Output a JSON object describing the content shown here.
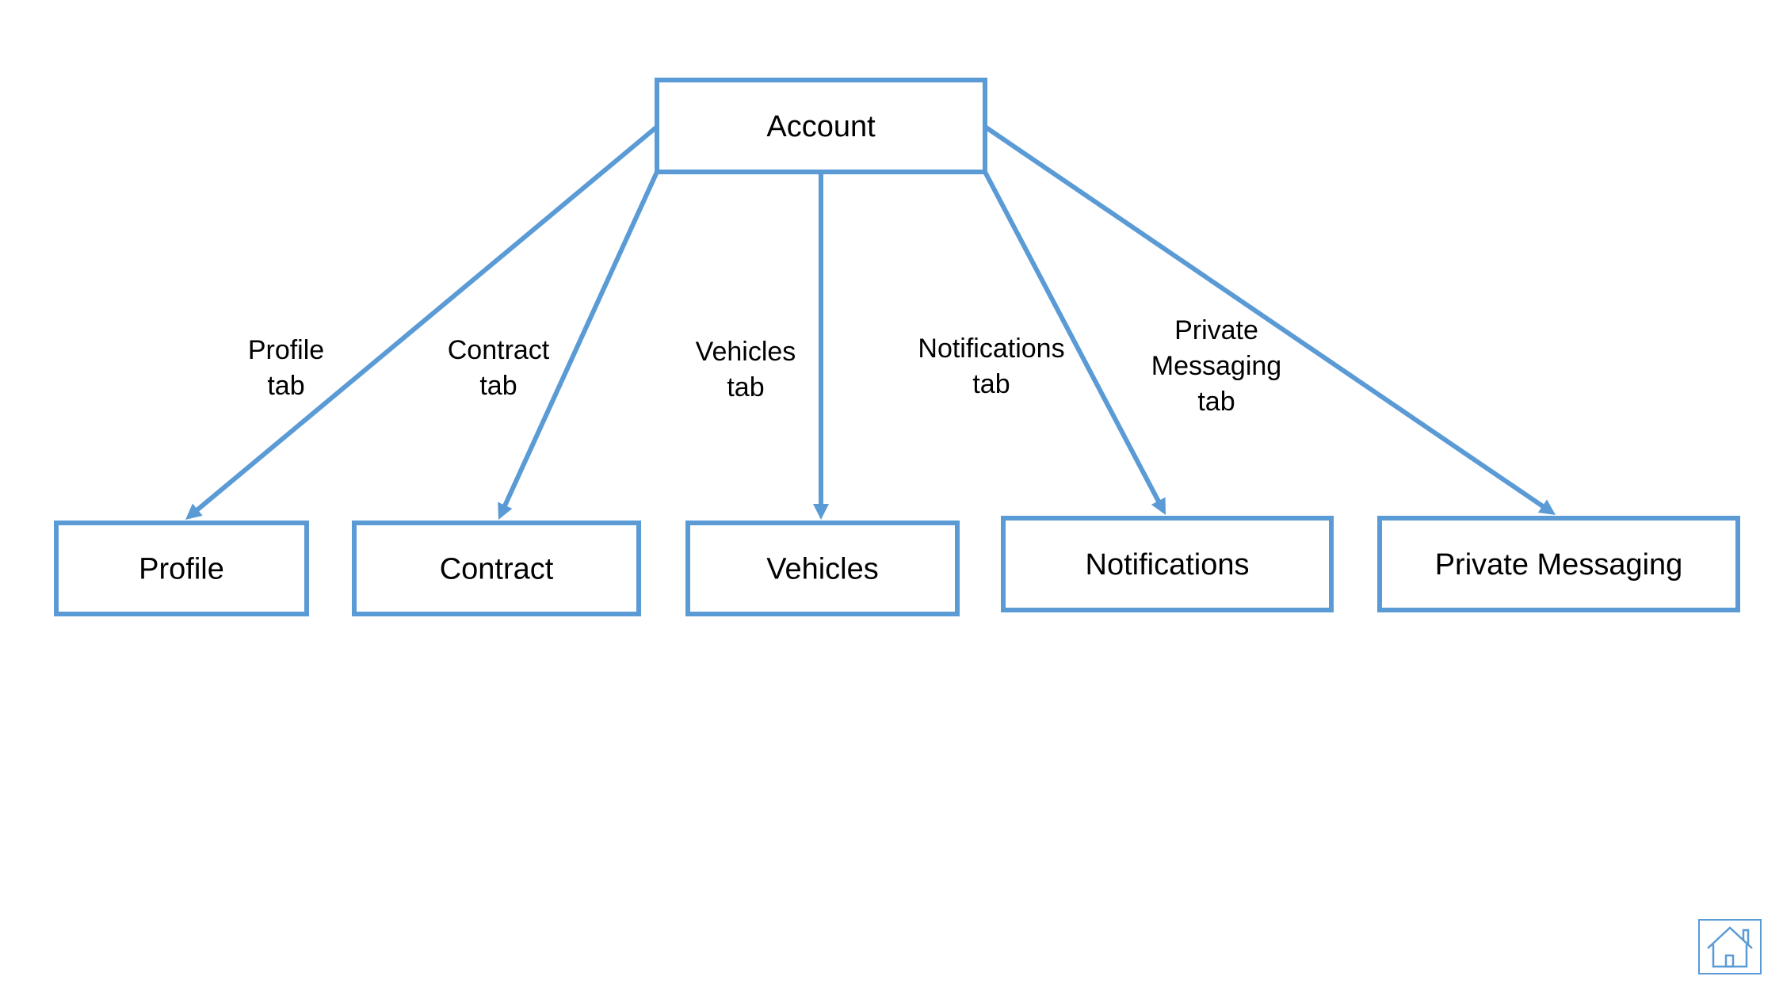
{
  "diagram": {
    "root": {
      "id": "account",
      "label": "Account"
    },
    "children": [
      {
        "id": "profile",
        "label": "Profile",
        "edge_label": [
          "Profile",
          "tab"
        ]
      },
      {
        "id": "contract",
        "label": "Contract",
        "edge_label": [
          "Contract",
          "tab"
        ]
      },
      {
        "id": "vehicles",
        "label": "Vehicles",
        "edge_label": [
          "Vehicles",
          "tab"
        ]
      },
      {
        "id": "notifications",
        "label": "Notifications",
        "edge_label": [
          "Notifications",
          "tab"
        ]
      },
      {
        "id": "private-messaging",
        "label": "Private Messaging",
        "edge_label": [
          "Private",
          "Messaging",
          "tab"
        ]
      }
    ]
  },
  "colors": {
    "stroke": "#5b9bd5",
    "text": "#000000",
    "background": "#ffffff"
  },
  "controls": {
    "home_icon": "home-icon"
  }
}
